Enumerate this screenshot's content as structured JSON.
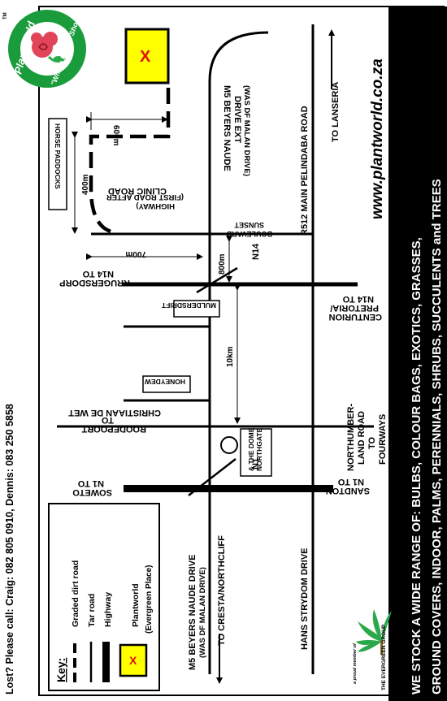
{
  "brand": {
    "logo_text": "Plantworld",
    "logo_tagline": "\"Where Nature Shops\"",
    "tm": "TM",
    "website": "www.plantworld.co.za",
    "group_small": "a proud member of",
    "group_name": "THE EVERGREEN GROUP"
  },
  "banner": {
    "line1": "WE STOCK A WIDE RANGE OF: BULBS, COLOUR BAGS, EXOTICS, GRASSES,",
    "line2": "GROUND COVERS, INDOOR, PALMS, PERENNIALS, SHRUBS, SUCCULENTS and TREES"
  },
  "contact": "Lost? Please call: Craig: 082 805 0910, Dennis: 083 250 5858",
  "key": {
    "title": "Key:",
    "items": [
      {
        "label": "Graded dirt road",
        "style": "dashed"
      },
      {
        "label": "Tar road",
        "style": "thin"
      },
      {
        "label": "Highway",
        "style": "thick"
      },
      {
        "label": "Plantworld",
        "sublabel": "(Evergreen Place)",
        "style": "marker"
      }
    ]
  },
  "roads": {
    "m5_1": "M5 BEYERS NAUDE DRIVE",
    "m5_2": "(WAS DF MALAN DRIVE)",
    "m5_ext_1": "M5 BEYERS NAUDE",
    "m5_ext_2": "DRIVE EXT",
    "m5_ext_3": "(WAS DF MALAN DRIVE)",
    "to_cresta": "TO CRESTA/NORTHCLIFF",
    "hans": "HANS STRYDOM DRIVE",
    "r512": "R512 MAIN PELINDABA ROAD",
    "to_lanseria": "TO LANSERIA",
    "n1": "N1",
    "n14": "N14",
    "n1_soweto_1": "N1 TO",
    "n1_soweto_2": "SOWETO",
    "n1_sandton_1": "N1 TO",
    "n1_sandton_2": "SANDTON",
    "cdw_1": "CHRISTIAAN DE WET",
    "cdw_2": "TO",
    "cdw_3": "ROODEPOORT",
    "northum_1": "NORTHUMBER-",
    "northum_2": "LAND ROAD",
    "northum_3": "TO",
    "northum_4": "FOURWAYS",
    "honeydew": "HONEYDEW",
    "muldersdrift": "MULDERSDRIFT",
    "n14_kd_1": "N14 TO",
    "n14_kd_2": "KRUGERSDORP",
    "n14_pc_1": "N14 TO",
    "n14_pc_2": "PRETORIA/",
    "n14_pc_3": "CENTURION",
    "clinic_1": "CLINIC ROAD",
    "clinic_2": "(FIRST ROAD AFTER",
    "clinic_3": "HIGHWAY)",
    "sunset_1": "SUNSET",
    "sunset_2": "BOULEVARD",
    "horse": "HORSE PADDOCKS",
    "dome_1": "NORTHGATE",
    "dome_2": "& THE DOME",
    "d_10km": "10km",
    "d_800m": "800m",
    "d_700m": "700m",
    "d_400m": "400m",
    "d_600m": "600m",
    "marker_x": "X"
  },
  "colors": {
    "banner": "#000000",
    "marker_fill": "#ffff00",
    "marker_x": "#e01010",
    "logo_green": "#1a9b3c",
    "rose": "#e0455a",
    "leaf": "#2aa84a"
  }
}
